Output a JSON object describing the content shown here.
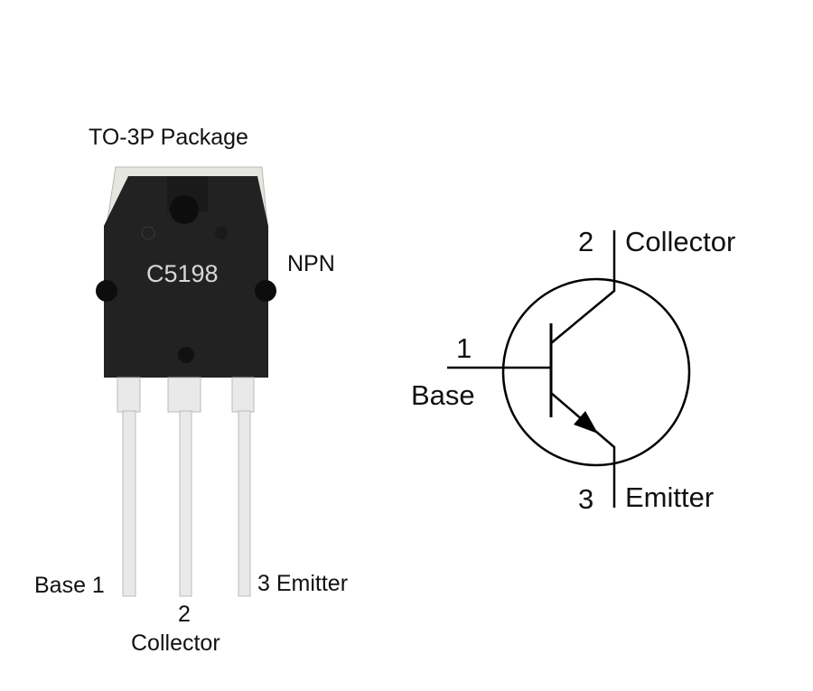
{
  "package": {
    "title": "TO-3P Package",
    "marking": "C5198",
    "type": "NPN",
    "pins": {
      "base": "Base 1",
      "collector_num": "2",
      "collector": "Collector",
      "emitter": "3 Emitter"
    }
  },
  "symbol": {
    "collector_num": "2",
    "collector": "Collector",
    "base_num": "1",
    "base": "Base",
    "emitter_num": "3",
    "emitter": "Emitter"
  },
  "colors": {
    "body": "#1e1e1e",
    "tab": "#e6e6e0",
    "lead": "#e9e9e9",
    "line": "#000000"
  }
}
